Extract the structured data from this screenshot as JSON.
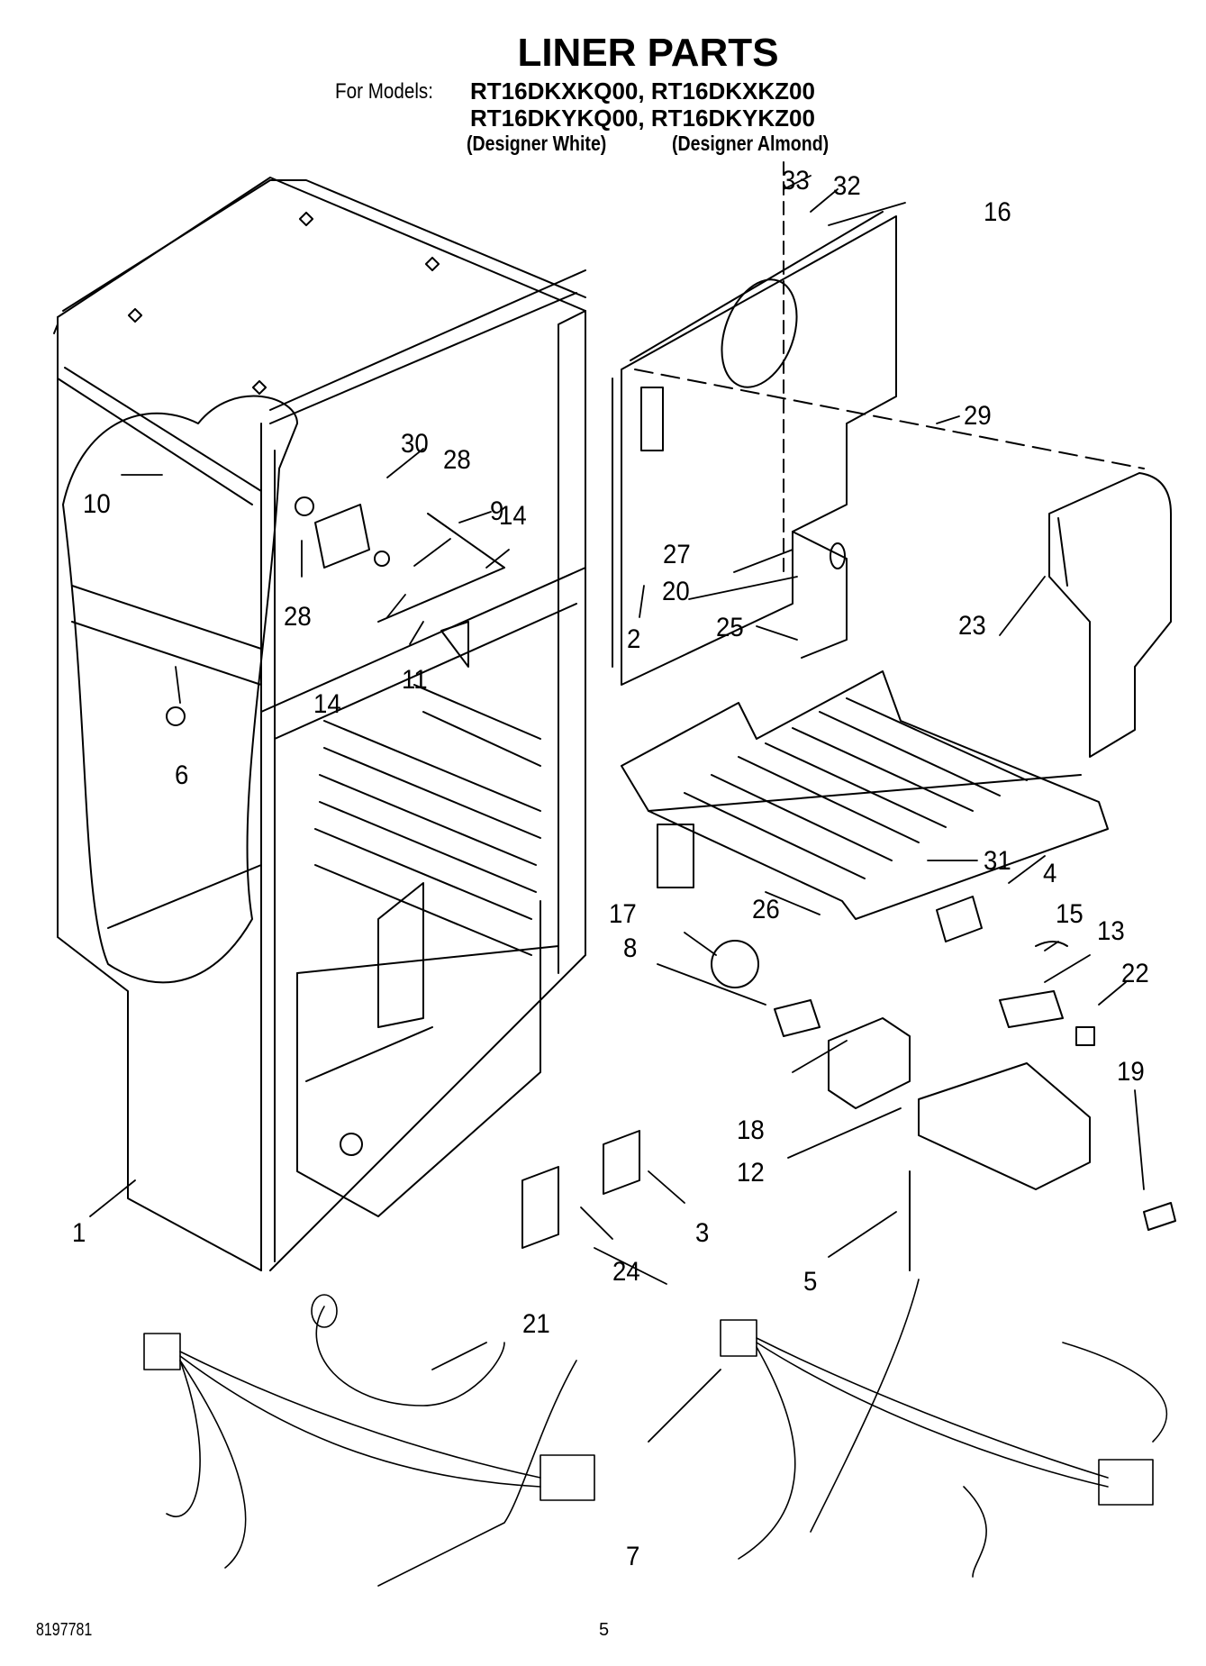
{
  "header": {
    "title": "LINER PARTS",
    "models_label": "For Models:",
    "models": [
      [
        "RT16DKXKQ00,",
        "RT16DKXKZ00"
      ],
      [
        "RT16DKYKQ00,",
        "RT16DKYKZ00"
      ]
    ],
    "variants": [
      "(Designer White)",
      "(Designer Almond)"
    ]
  },
  "callouts": [
    {
      "id": "1",
      "label": "1"
    },
    {
      "id": "2",
      "label": "2"
    },
    {
      "id": "3",
      "label": "3"
    },
    {
      "id": "4",
      "label": "4"
    },
    {
      "id": "5",
      "label": "5"
    },
    {
      "id": "6",
      "label": "6"
    },
    {
      "id": "7",
      "label": "7"
    },
    {
      "id": "8",
      "label": "8"
    },
    {
      "id": "9",
      "label": "9"
    },
    {
      "id": "10",
      "label": "10"
    },
    {
      "id": "11",
      "label": "11"
    },
    {
      "id": "12",
      "label": "12"
    },
    {
      "id": "13",
      "label": "13"
    },
    {
      "id": "14a",
      "label": "14"
    },
    {
      "id": "14b",
      "label": "14"
    },
    {
      "id": "15",
      "label": "15"
    },
    {
      "id": "16",
      "label": "16"
    },
    {
      "id": "17",
      "label": "17"
    },
    {
      "id": "18",
      "label": "18"
    },
    {
      "id": "19",
      "label": "19"
    },
    {
      "id": "20",
      "label": "20"
    },
    {
      "id": "21",
      "label": "21"
    },
    {
      "id": "22",
      "label": "22"
    },
    {
      "id": "23",
      "label": "23"
    },
    {
      "id": "24",
      "label": "24"
    },
    {
      "id": "25",
      "label": "25"
    },
    {
      "id": "26",
      "label": "26"
    },
    {
      "id": "27",
      "label": "27"
    },
    {
      "id": "28a",
      "label": "28"
    },
    {
      "id": "28b",
      "label": "28"
    },
    {
      "id": "29",
      "label": "29"
    },
    {
      "id": "30",
      "label": "30"
    },
    {
      "id": "31",
      "label": "31"
    },
    {
      "id": "32",
      "label": "32"
    },
    {
      "id": "33",
      "label": "33"
    }
  ],
  "footer": {
    "document_number": "8197781",
    "page_number": "5"
  }
}
